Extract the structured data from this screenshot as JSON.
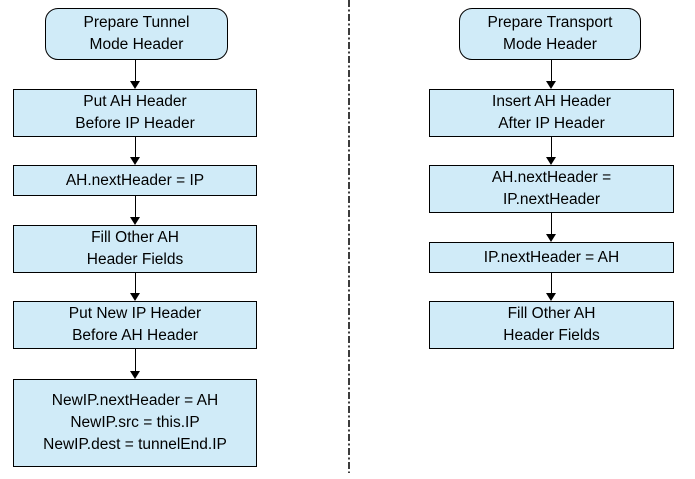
{
  "colors": {
    "background": "#ffffff",
    "box_fill": "#d0ebf8",
    "box_border": "#000000",
    "arrow": "#000000",
    "separator": "#3c3c3c"
  },
  "left_flow": {
    "id": "tunnel-mode",
    "nodes": [
      {
        "type": "rounded",
        "lines": [
          "Prepare Tunnel",
          "Mode Header"
        ]
      },
      {
        "type": "rect",
        "lines": [
          "Put AH Header",
          "Before IP Header"
        ]
      },
      {
        "type": "rect",
        "lines": [
          "AH.nextHeader = IP"
        ]
      },
      {
        "type": "rect",
        "lines": [
          "Fill Other AH",
          "Header Fields"
        ]
      },
      {
        "type": "rect",
        "lines": [
          "Put New IP Header",
          "Before AH Header"
        ]
      },
      {
        "type": "rect",
        "lines": [
          "NewIP.nextHeader = AH",
          "NewIP.src = this.IP",
          "NewIP.dest = tunnelEnd.IP"
        ]
      }
    ]
  },
  "right_flow": {
    "id": "transport-mode",
    "nodes": [
      {
        "type": "rounded",
        "lines": [
          "Prepare Transport",
          "Mode Header"
        ]
      },
      {
        "type": "rect",
        "lines": [
          "Insert AH Header",
          "After IP Header"
        ]
      },
      {
        "type": "rect",
        "lines": [
          "AH.nextHeader =",
          "IP.nextHeader"
        ]
      },
      {
        "type": "rect",
        "lines": [
          "IP.nextHeader = AH"
        ]
      },
      {
        "type": "rect",
        "lines": [
          "Fill Other AH",
          "Header Fields"
        ]
      }
    ]
  }
}
